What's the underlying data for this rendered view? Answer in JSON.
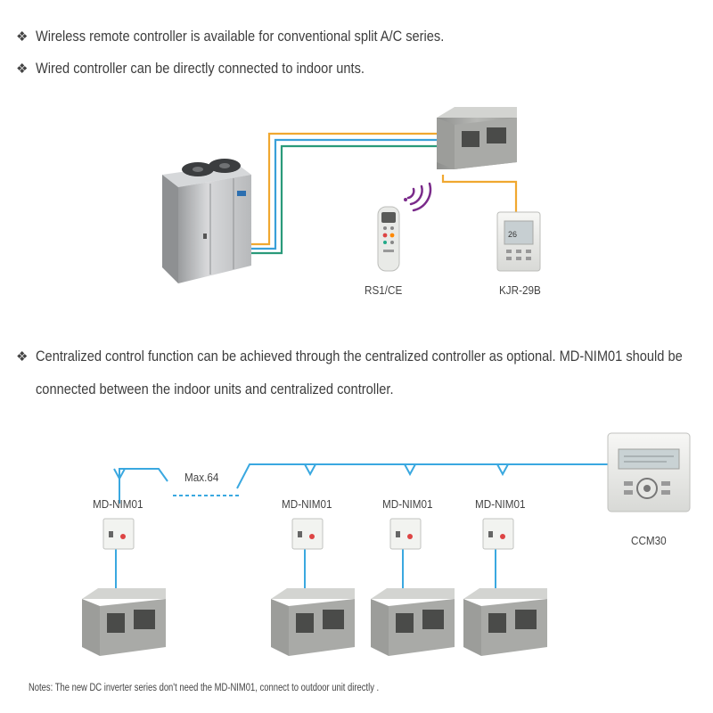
{
  "bullets": {
    "marker": "❖",
    "line1": "Wireless remote controller is available for conventional split A/C series.",
    "line2": "Wired controller can be directly connected to indoor unts.",
    "line3a": "Centralized control function can be achieved through the centralized controller as optional. MD-NIM01 should be",
    "line3b": "connected between the indoor units and centralized controller."
  },
  "diagram1": {
    "remote_label": "RS1/CE",
    "wired_label": "KJR-29B",
    "wired_display_text": "26"
  },
  "diagram2": {
    "max_label": "Max.64",
    "module_label": "MD-NIM01",
    "central_label": "CCM30"
  },
  "notes": "Notes: The new DC inverter series don't need the MD-NIM01, connect to outdoor unit directly .",
  "colors": {
    "wire_orange": "#f0a830",
    "wire_blue": "#3aa0d8",
    "wire_green": "#2a9a7a",
    "bus_blue": "#3aa8e0",
    "signal_purple": "#7a2a8a"
  },
  "icons": [
    "outdoor-unit-icon",
    "indoor-duct-unit-icon",
    "wireless-remote-icon",
    "wired-controller-icon",
    "network-module-icon",
    "central-controller-icon",
    "wireless-signal-icon"
  ]
}
